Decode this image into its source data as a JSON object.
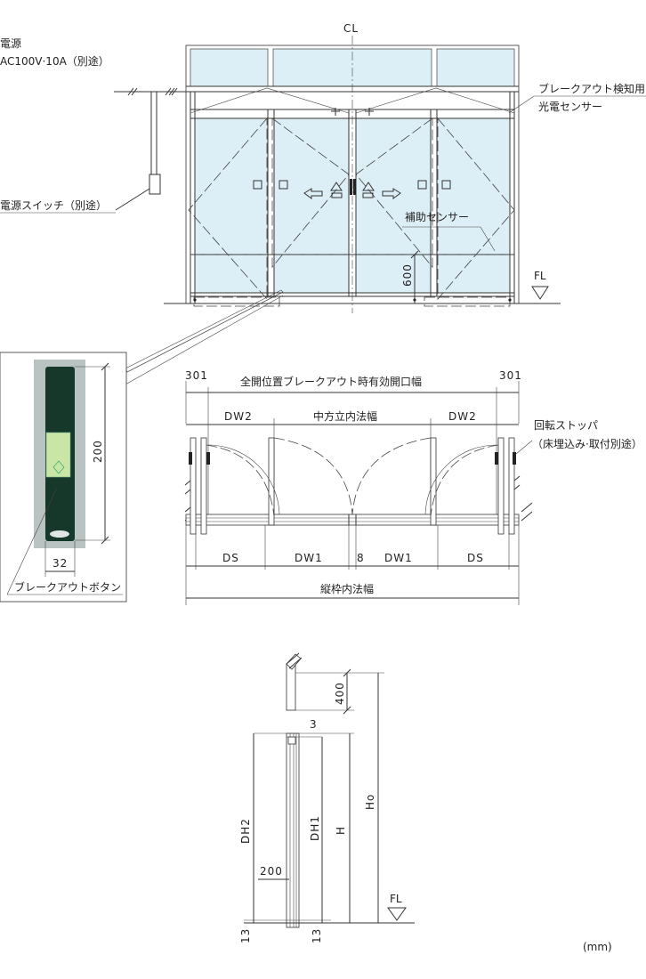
{
  "elevation": {
    "power_title": "電源",
    "power_spec": "AC100V·10A（別途）",
    "power_switch": "電源スイッチ（別途）",
    "centerline": "CL",
    "breakout_sensor_l1": "ブレークアウト検知用",
    "breakout_sensor_l2": "光電センサー",
    "aux_sensor": "補助センサー",
    "height_600": "600",
    "floor_line": "FL"
  },
  "button_detail": {
    "height_200": "200",
    "width_32": "32",
    "label": "ブレークアウトボタン"
  },
  "plan": {
    "dim_301_left": "301",
    "dim_301_right": "301",
    "effective_opening": "全開位置ブレークアウト時有効開口幅",
    "dw2_left": "DW2",
    "mullion_inner": "中方立内法幅",
    "dw2_right": "DW2",
    "ds_left": "DS",
    "dw1_left": "DW1",
    "gap_8": "8",
    "dw1_right": "DW1",
    "ds_right": "DS",
    "frame_inner": "縦枠内法幅",
    "stopper_l1": "回転ストッパ",
    "stopper_l2": "（床埋込み·取付別途）"
  },
  "section": {
    "d400": "400",
    "d3": "3",
    "dh2": "DH2",
    "dh1": "DH1",
    "h": "H",
    "ho": "Ho",
    "d200": "200",
    "d13_left": "13",
    "d13_right": "13",
    "floor_line": "FL"
  },
  "unit": "(mm)",
  "colors": {
    "glass": "#ddeff6",
    "button_body": "#16382a",
    "button_window": "#c9e6a6",
    "button_bg": "#b9c4c2"
  }
}
